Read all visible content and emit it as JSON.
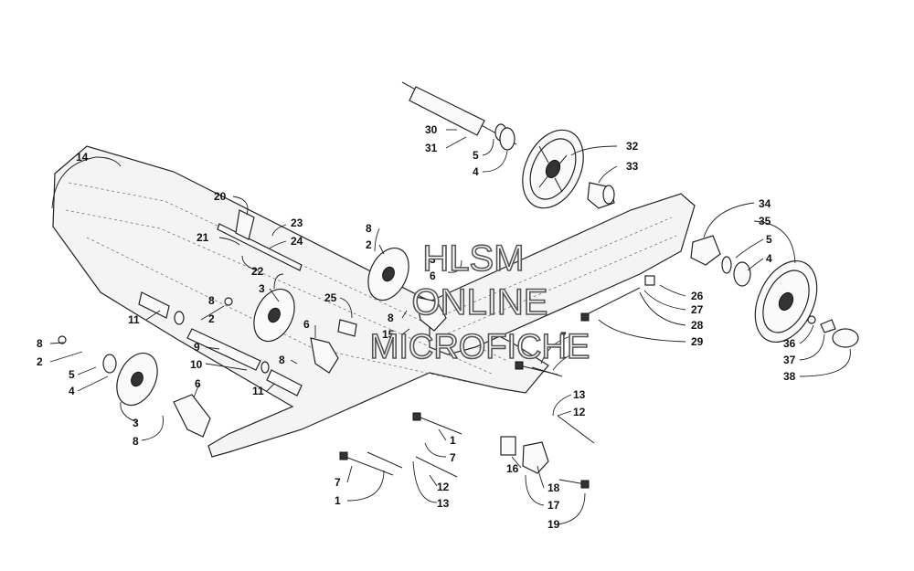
{
  "watermark": {
    "line1": "HLSM",
    "line2": "ONLINE",
    "line3": "MICROFICHE"
  },
  "callouts": [
    {
      "text": "14"
    },
    {
      "text": "20"
    },
    {
      "text": "21"
    },
    {
      "text": "22"
    },
    {
      "text": "23"
    },
    {
      "text": "24"
    },
    {
      "text": "11"
    },
    {
      "text": "8"
    },
    {
      "text": "2"
    },
    {
      "text": "3"
    },
    {
      "text": "9"
    },
    {
      "text": "10"
    },
    {
      "text": "8"
    },
    {
      "text": "2"
    },
    {
      "text": "5"
    },
    {
      "text": "4"
    },
    {
      "text": "3"
    },
    {
      "text": "8"
    },
    {
      "text": "6"
    },
    {
      "text": "6"
    },
    {
      "text": "8"
    },
    {
      "text": "11"
    },
    {
      "text": "25"
    },
    {
      "text": "8"
    },
    {
      "text": "15"
    },
    {
      "text": "8"
    },
    {
      "text": "2"
    },
    {
      "text": "3"
    },
    {
      "text": "6"
    },
    {
      "text": "30"
    },
    {
      "text": "31"
    },
    {
      "text": "5"
    },
    {
      "text": "4"
    },
    {
      "text": "32"
    },
    {
      "text": "33"
    },
    {
      "text": "34"
    },
    {
      "text": "35"
    },
    {
      "text": "5"
    },
    {
      "text": "4"
    },
    {
      "text": "26"
    },
    {
      "text": "27"
    },
    {
      "text": "28"
    },
    {
      "text": "29"
    },
    {
      "text": "36"
    },
    {
      "text": "37"
    },
    {
      "text": "38"
    },
    {
      "text": "7"
    },
    {
      "text": "1"
    },
    {
      "text": "13"
    },
    {
      "text": "12"
    },
    {
      "text": "1"
    },
    {
      "text": "7"
    },
    {
      "text": "12"
    },
    {
      "text": "13"
    },
    {
      "text": "7"
    },
    {
      "text": "1"
    },
    {
      "text": "16"
    },
    {
      "text": "18"
    },
    {
      "text": "17"
    },
    {
      "text": "19"
    }
  ]
}
